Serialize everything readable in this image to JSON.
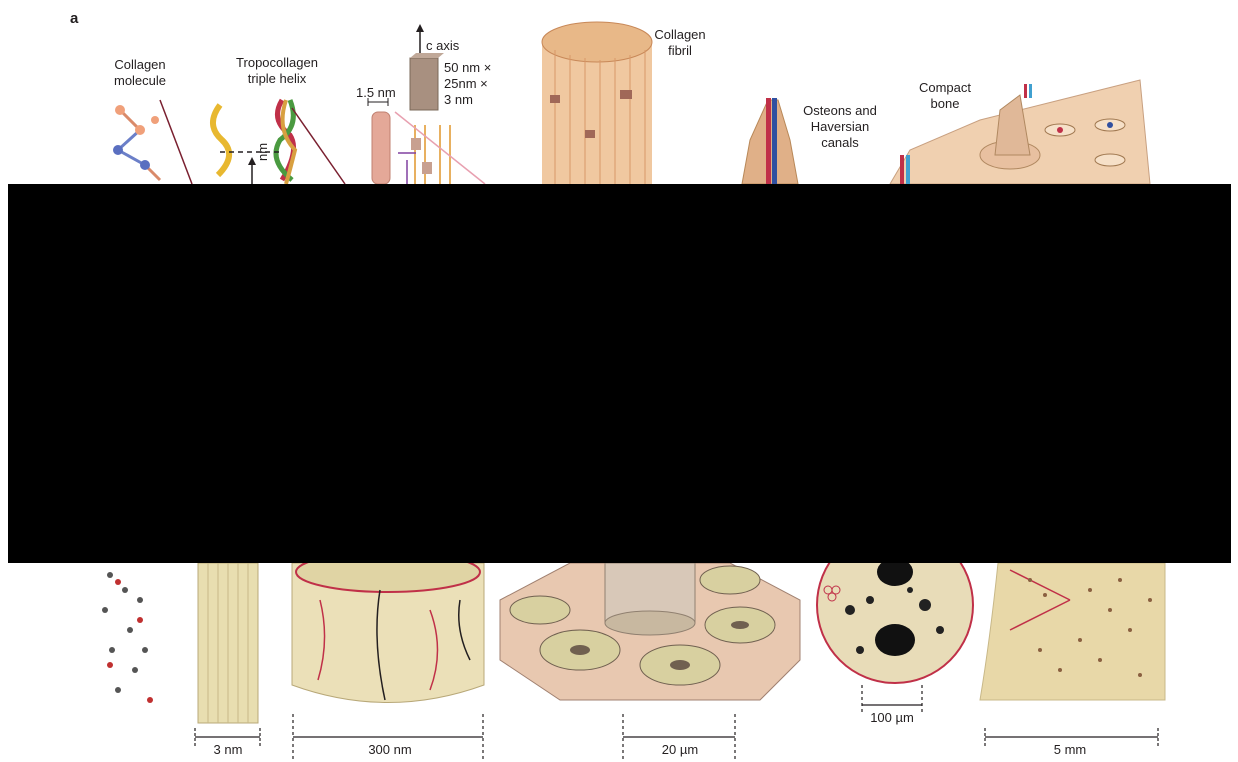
{
  "panel_label": "a",
  "top_labels": {
    "collagen_molecule": "Collagen\nmolecule",
    "tropocollagen": "Tropocollagen\ntriple helix",
    "c_axis": "c axis",
    "crystal_size": "50 nm ×\n25nm ×\n3 nm",
    "helix_width": "1.5 nm",
    "collagen_fibril": "Collagen\nfibril",
    "osteons": "Osteons and\nHaversian\ncanals",
    "compact_bone": "Compact\nbone",
    "partial_nm": "nm"
  },
  "scale_bars": {
    "s1": "3 nm",
    "s2": "300 nm",
    "s3": "20 µm",
    "s4": "100 µm",
    "s5": "5 mm"
  },
  "colors": {
    "redaction": "#000000",
    "collagen_tan": "#e9dcb0",
    "bone_pink": "#e8c5b0",
    "accent_red": "#c03048"
  }
}
